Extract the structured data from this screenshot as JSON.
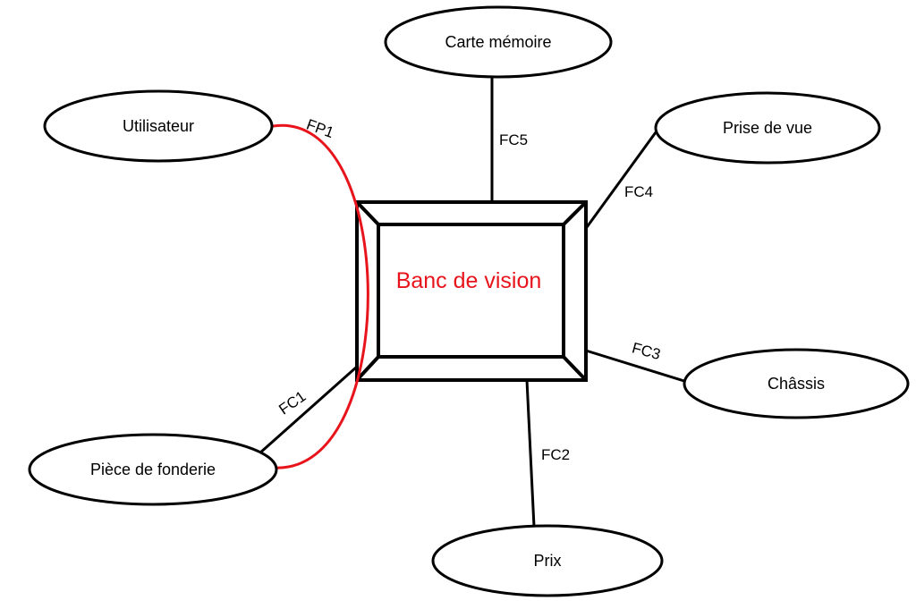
{
  "center": {
    "label": "Banc de vision",
    "label_color": "#e8141c"
  },
  "nodes": {
    "carte_memoire": "Carte mémoire",
    "utilisateur": "Utilisateur",
    "prise_de_vue": "Prise de vue",
    "chassis": "Châssis",
    "piece_de_fonderie": "Pièce de fonderie",
    "prix": "Prix"
  },
  "functions": {
    "fp1": "FP1",
    "fc1": "FC1",
    "fc2": "FC2",
    "fc3": "FC3",
    "fc4": "FC4",
    "fc5": "FC5"
  },
  "colors": {
    "stroke": "#000000",
    "fp_link": "#e8141c",
    "background": "#ffffff"
  }
}
